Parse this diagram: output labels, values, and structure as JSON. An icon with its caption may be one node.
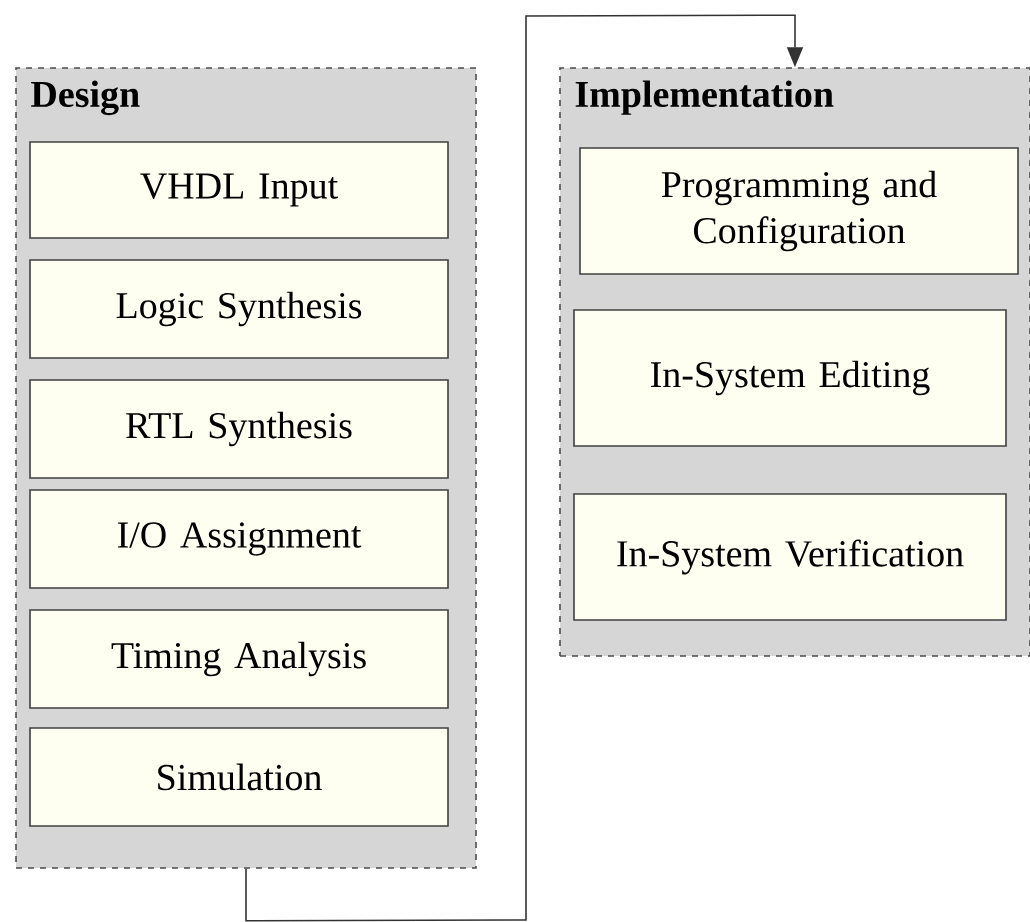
{
  "diagram": {
    "nodes": [
      {
        "text": [
          "Design"
        ]
      },
      {
        "text": [
          "VHDL Input"
        ],
        "in": 0
      },
      {
        "text": [
          "Logic Synthesis"
        ],
        "in": 0
      },
      {
        "text": [
          "RTL Synthesis"
        ],
        "in": 0
      },
      {
        "text": [
          "I/O Assignment"
        ],
        "in": 0
      },
      {
        "text": [
          "Timing Analysis"
        ],
        "in": 0
      },
      {
        "text": [
          "Simulation"
        ],
        "in": 0
      },
      {
        "text": [
          "Implementation"
        ]
      },
      {
        "text": [
          "Programming and Configuration"
        ],
        "in": 7
      },
      {
        "text": [
          "In-System Editing"
        ],
        "in": 7
      },
      {
        "text": [
          "In-System Verification"
        ],
        "in": 7
      }
    ],
    "edges": [
      {
        "from": 0,
        "to": 7,
        "arrow": "to"
      }
    ]
  }
}
